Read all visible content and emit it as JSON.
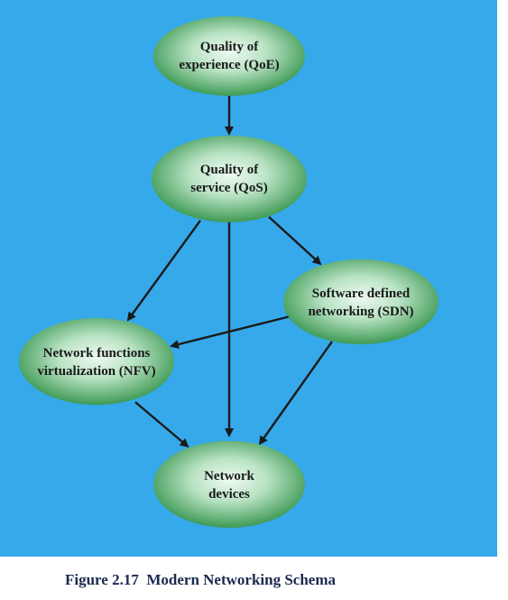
{
  "nodes": {
    "qoe": {
      "line1": "Quality of",
      "line2": "experience (QoE)"
    },
    "qos": {
      "line1": "Quality of",
      "line2": "service (QoS)"
    },
    "sdn": {
      "line1": "Software defined",
      "line2": "networking (SDN)"
    },
    "nfv": {
      "line1": "Network functions",
      "line2": "virtualization (NFV)"
    },
    "devices": {
      "line1": "Network",
      "line2": "devices"
    }
  },
  "edges": [
    {
      "from": "qoe",
      "to": "qos"
    },
    {
      "from": "qos",
      "to": "sdn"
    },
    {
      "from": "qos",
      "to": "nfv"
    },
    {
      "from": "qos",
      "to": "devices"
    },
    {
      "from": "sdn",
      "to": "nfv"
    },
    {
      "from": "sdn",
      "to": "devices"
    },
    {
      "from": "nfv",
      "to": "devices"
    }
  ],
  "caption": {
    "figure_number": "Figure 2.17",
    "title": "Modern Networking Schema"
  },
  "colors": {
    "background": "#36a9ea",
    "node_fill_center": "#e9f7ee",
    "node_fill_edge": "#3f9a55",
    "arrow": "#1a1a1a"
  }
}
